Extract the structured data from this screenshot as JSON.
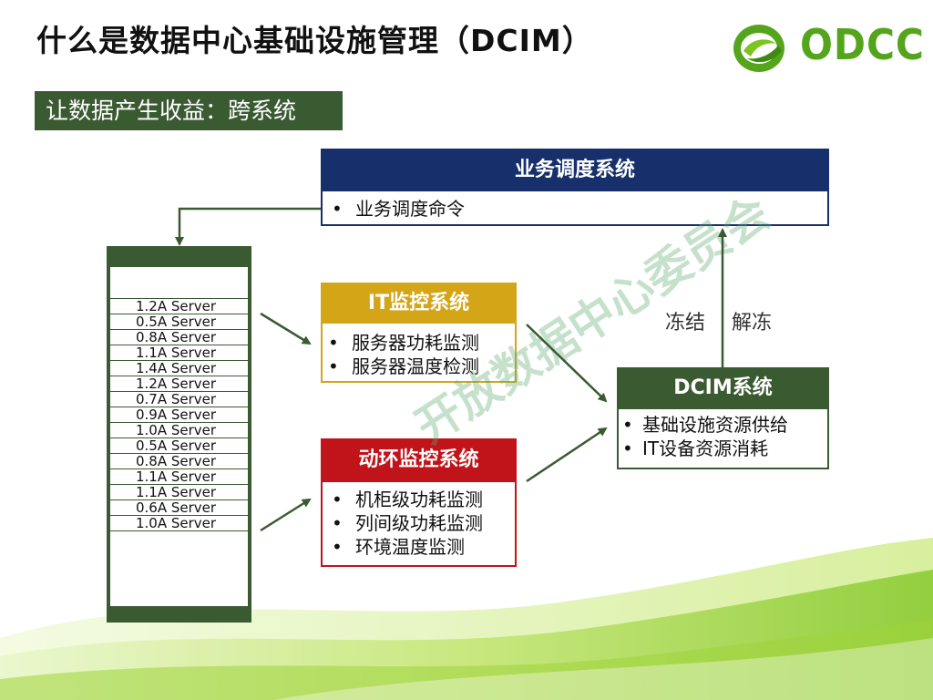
{
  "title": "什么是数据中心基础设施管理（DCIM）",
  "logo": {
    "text": "ODCC"
  },
  "subtitle": "让数据产生收益：跨系统",
  "business_system": {
    "title": "业务调度系统",
    "items": [
      "业务调度命令"
    ]
  },
  "it_system": {
    "title": "IT监控系统",
    "items": [
      "服务器功耗监测",
      "服务器温度检测"
    ]
  },
  "env_system": {
    "title": "动环监控系统",
    "items": [
      "机柜级功耗监测",
      "列间级功耗监测",
      "环境温度监测"
    ]
  },
  "dcim_system": {
    "title": "DCIM系统",
    "items": [
      "基础设施资源供给",
      "IT设备资源消耗"
    ]
  },
  "freeze_labels": {
    "freeze": "冻结",
    "unfreeze": "解冻"
  },
  "servers": [
    "1.2A Server",
    "0.5A Server",
    "0.8A Server",
    "1.1A Server",
    "1.4A Server",
    "1.2A Server",
    "0.7A Server",
    "0.9A Server",
    "1.0A Server",
    "0.5A Server",
    "0.8A Server",
    "1.1A Server",
    "1.1A Server",
    "0.6A Server",
    "1.0A Server"
  ],
  "bullet": "•",
  "watermark": "开放数据中心委员会",
  "colors": {
    "business": "#17306b",
    "it": "#d4a517",
    "env": "#c0141a",
    "dcim": "#3a5a32",
    "rack": "#3a5a32",
    "logo": "#55a51c"
  }
}
